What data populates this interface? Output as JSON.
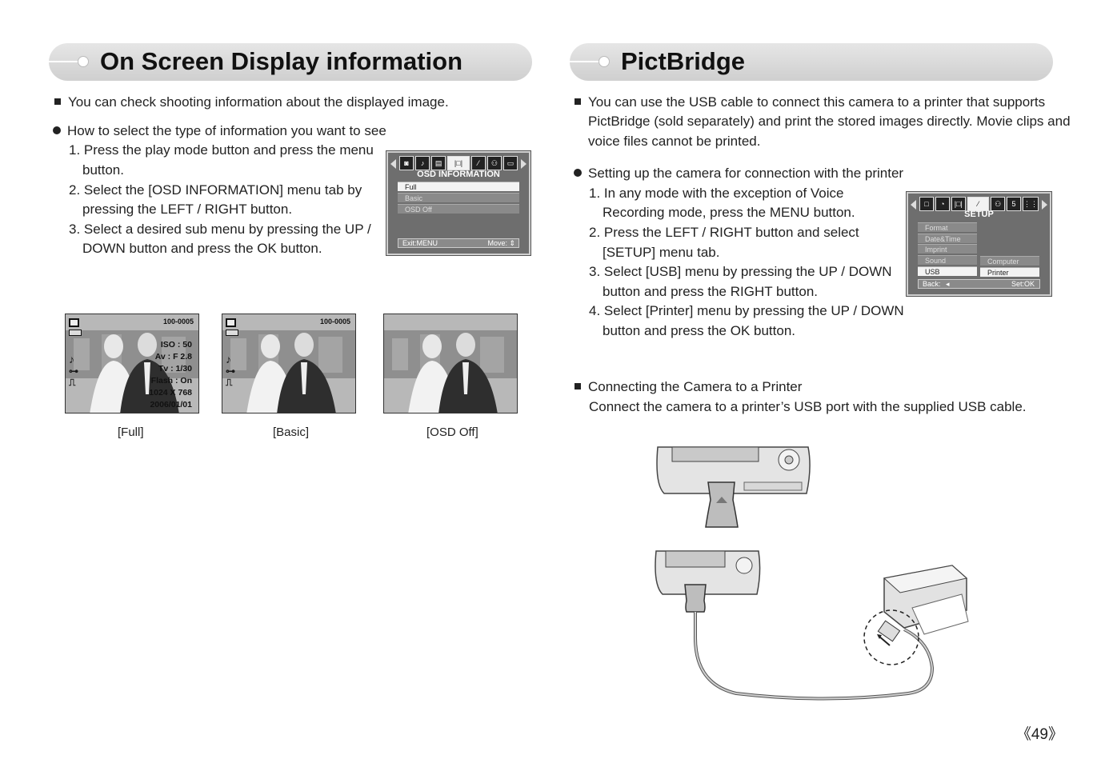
{
  "left": {
    "title": "On Screen Display information",
    "bullet1": "You can check shooting information about the displayed image.",
    "bullet2": "How to select the type of information you want to see",
    "steps": [
      "1. Press the play mode button and press the menu",
      "button.",
      "2. Select the [OSD INFORMATION] menu tab by",
      "pressing the LEFT / RIGHT button.",
      "3. Select a desired sub menu by pressing the UP /",
      "DOWN button and press the OK button."
    ],
    "osd_menu": {
      "title": "OSD INFORMATION",
      "items": [
        "Full",
        "Basic",
        "OSD Off"
      ],
      "exit": "Exit:MENU",
      "move": "Move:"
    },
    "thumbs": [
      {
        "file_no": "100-0005",
        "caption": "[Full]",
        "info": [
          "ISO : 50",
          "Av : F 2.8",
          "Tv : 1/30",
          "Flash : On",
          "1024 X 768",
          "2006/01/01"
        ]
      },
      {
        "file_no": "100-0005",
        "caption": "[Basic]"
      },
      {
        "caption": "[OSD Off]"
      }
    ]
  },
  "right": {
    "title": "PictBridge",
    "bullet1": [
      "You can use the USB cable to connect this camera to a printer that supports",
      "PictBridge (sold separately) and print the stored images directly. Movie clips and",
      "voice files cannot be printed."
    ],
    "bullet2": "Setting up the camera for connection with the printer",
    "steps": [
      "1. In any mode with the exception of Voice",
      "Recording mode, press the MENU button.",
      "2. Press the LEFT / RIGHT button and select",
      "[SETUP] menu tab.",
      "3. Select [USB] menu by pressing the UP / DOWN",
      "button and press the RIGHT button.",
      "4. Select [Printer] menu by pressing the UP / DOWN",
      "button and press the OK button."
    ],
    "setup_menu": {
      "title": "SETUP",
      "items": [
        "Format",
        "Date&Time",
        "Imprint",
        "Sound",
        "USB"
      ],
      "sub_items": [
        "Computer",
        "Printer"
      ],
      "back": "Back:",
      "set": "Set:OK"
    },
    "bullet3": "Connecting the Camera to a Printer",
    "bullet3_text": "Connect the camera to a printer’s USB port with the supplied USB cable."
  },
  "page_number": "《49》"
}
